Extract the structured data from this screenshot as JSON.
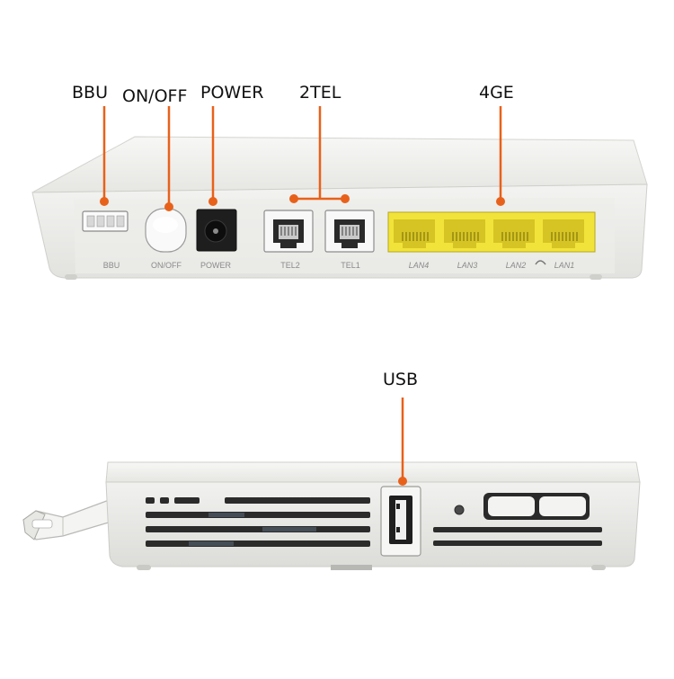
{
  "callouts": {
    "bbu": "BBU",
    "on_off": "ON/OFF",
    "power": "POWER",
    "tel": "2TEL",
    "ge": "4GE",
    "usb": "USB"
  },
  "port_labels": {
    "bbu": "BBU",
    "on_off": "ON/OFF",
    "power": "POWER",
    "tel2": "TEL2",
    "tel1": "TEL1",
    "lan4": "LAN4",
    "lan3": "LAN3",
    "lan2": "LAN2",
    "lan1": "LAN1"
  },
  "colors": {
    "callout_line": "#e8611a",
    "lan_port": "#f2e33a",
    "device_body": "#eeeeec"
  }
}
